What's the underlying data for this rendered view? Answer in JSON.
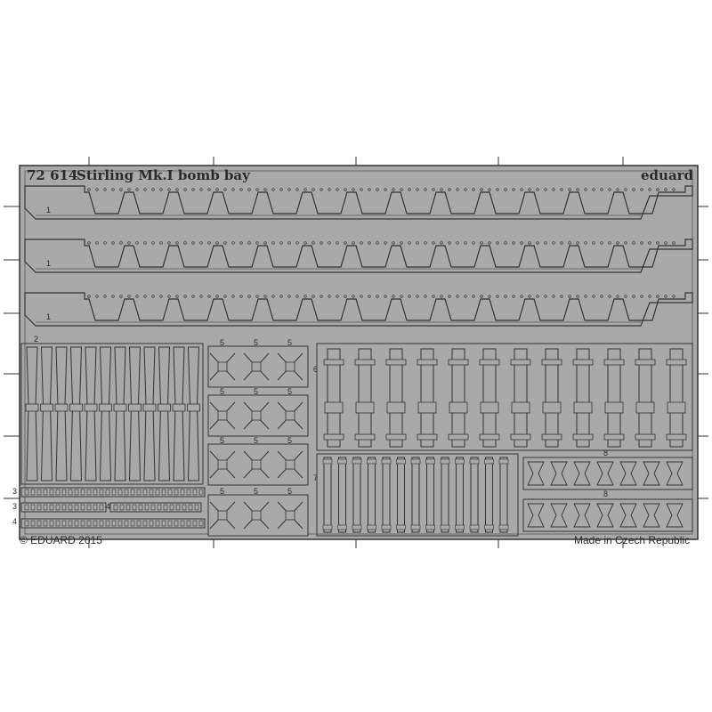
{
  "sheet": {
    "kit_number": "72 614",
    "title": "Stirling Mk.I bomb bay",
    "brand": "eduard",
    "copyright": "© EDUARD 2015",
    "origin": "Made in Czech Republic",
    "fret_color": "#a9a9a9",
    "line_color": "#333333"
  },
  "part_numbers": {
    "rail_1": "1",
    "strut_2": "2",
    "strip_3": "3",
    "strip_4": "4",
    "bracket_5": "5",
    "shackle_6": "6",
    "rod_7": "7",
    "clip_8": "8"
  }
}
